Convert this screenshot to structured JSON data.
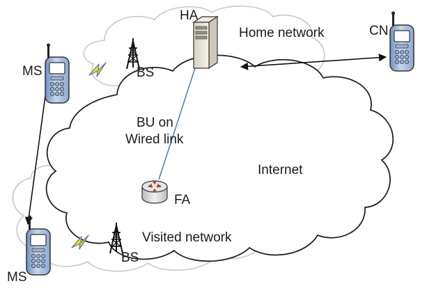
{
  "labels": {
    "ha": "HA",
    "home_network": "Home network",
    "cn": "CN",
    "ms_top": "MS",
    "bs_top": "BS",
    "bu_line1": "BU on",
    "bu_line2": "Wired link",
    "internet": "Internet",
    "fa": "FA",
    "visited_network": "Visited network",
    "ms_bottom": "MS",
    "bs_bottom": "BS"
  },
  "colors": {
    "cloud_outline": "#c8c8c8",
    "internet_outline": "#222222",
    "wired_link": "#4a6ea9",
    "wireless_bolt": "#f2e400",
    "wireless_bolt_stroke": "#5a6fb0",
    "phone_body": "#b4cbe6",
    "router_arrow": "#c0392b"
  }
}
